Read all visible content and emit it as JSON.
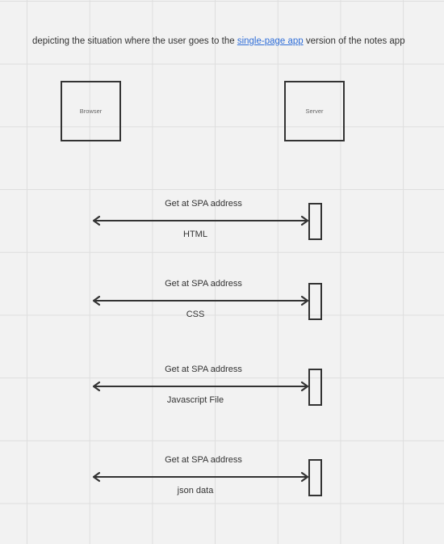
{
  "caption": {
    "before": "depicting the situation where the user goes to the ",
    "link": "single-page app",
    "after": " version of the notes app"
  },
  "actors": {
    "browser": "Browser",
    "server": "Server"
  },
  "messages": [
    {
      "request": "Get at SPA address",
      "response": "HTML"
    },
    {
      "request": "Get at SPA address",
      "response": "CSS"
    },
    {
      "request": "Get at SPA address",
      "response": "Javascript File"
    },
    {
      "request": "Get at SPA address",
      "response": "json data"
    }
  ],
  "colors": {
    "stroke": "#333333",
    "link": "#2f6ed8",
    "background": "#f2f2f2"
  }
}
